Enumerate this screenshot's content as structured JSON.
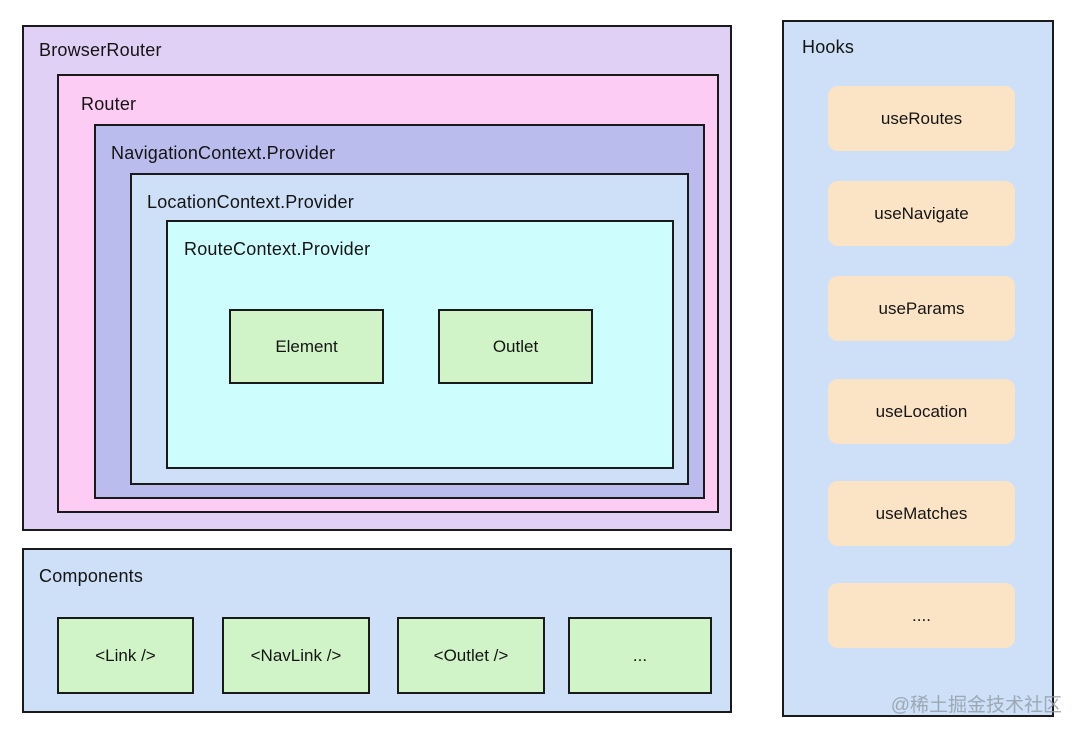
{
  "architecture": {
    "browser_router_label": "BrowserRouter",
    "router_label": "Router",
    "navigation_context_label": "NavigationContext.Provider",
    "location_context_label": "LocationContext.Provider",
    "route_context_label": "RouteContext.Provider",
    "element_label": "Element",
    "outlet_label": "Outlet"
  },
  "components": {
    "title": "Components",
    "items": [
      "<Link />",
      "<NavLink />",
      "<Outlet />",
      "..."
    ]
  },
  "hooks": {
    "title": "Hooks",
    "items": [
      "useRoutes",
      "useNavigate",
      "useParams",
      "useLocation",
      "useMatches",
      "...."
    ]
  },
  "watermark": {
    "text": "@稀土掘金技术社区"
  },
  "colors": {
    "browser_router_bg": "#e1d0f5",
    "router_bg": "#fdccf4",
    "navigation_context_bg": "#babcee",
    "location_context_bg": "#cde0f8",
    "route_context_bg": "#cdfefd",
    "green_leaf_bg": "#d0f4c8",
    "panel_bg": "#cde0f8",
    "hook_pill_bg": "#fbe4c6",
    "border": "#1a1a1a",
    "watermark_text": "#949da8",
    "page_bg": "#ffffff"
  }
}
